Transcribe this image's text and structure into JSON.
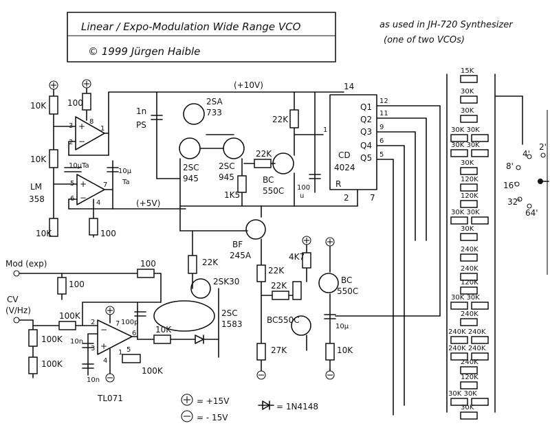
{
  "title": {
    "line1": "Linear / Expo-Modulation Wide Range VCO",
    "line2": "© 1999  Jürgen Haible"
  },
  "note": {
    "line1": "as used in JH-720 Synthesizer",
    "line2": "(one of two VCOs)"
  },
  "power": {
    "supply_10v": "(+10V)",
    "supply_5v": "(+5V)",
    "legend_plus": "= +15V",
    "legend_minus": "= - 15V",
    "legend_diode": "= 1N4148"
  },
  "opamps": {
    "lm358_line1": "LM",
    "lm358_line2": "358",
    "tl071": "TL071"
  },
  "ic": {
    "name_line1": "CD",
    "name_line2": "4024",
    "pin_r": "R",
    "pin14": "14",
    "pin2": "2",
    "pin7": "7",
    "pin1": "1",
    "q1": "Q1",
    "q2": "Q2",
    "q3": "Q3",
    "q4": "Q4",
    "q5": "Q5",
    "p12": "12",
    "p11": "11",
    "p9": "9",
    "p6": "6",
    "p5": "5"
  },
  "transistors": {
    "t2sa_line1": "2SA",
    "t2sa_line2": "733",
    "t2sc945a_line1": "2SC",
    "t2sc945a_line2": "945",
    "t2sc945b_line1": "2SC",
    "t2sc945b_line2": "945",
    "bc550_line1": "BC",
    "bc550_line2": "550C",
    "bf245_line1": "BF",
    "bf245_line2": "245A",
    "t2sk30": "2SK30",
    "t2sc1583_line1": "2SC",
    "t2sc1583_line2": "1583",
    "bc550c_mid": "BC550C",
    "bc550_right_line1": "BC",
    "bc550_right_line2": "550C"
  },
  "inputs": {
    "mod_exp": "Mod (exp)",
    "cv_line1": "CV",
    "cv_line2": "(V/Hz)"
  },
  "components": {
    "r10k_a": "10K",
    "r100_a": "100",
    "r10k_b": "10K",
    "c10u_a": "10µTa",
    "c10u_b": "10µ",
    "c10u_b_ta": "Ta",
    "r10k_c": "10K",
    "r100_b": "100",
    "c1n": "1n",
    "cps": "PS",
    "r22k_a": "22K",
    "r22k_b": "22K",
    "r1k5": "1K5",
    "c100u": "100",
    "c100u_u": "u",
    "r100_c": "100",
    "r100_d": "100",
    "r100k_a": "100K",
    "r100k_b": "100K",
    "r100k_c": "100K",
    "r100k_d": "100K",
    "c10n": "10n",
    "c100p": "100p",
    "c10n_b": "10n",
    "r10k_d": "10K",
    "r22k_c": "22K",
    "r22k_d": "22K",
    "r22k_e": "22K",
    "r4k7": "4K7",
    "r27k": "27K",
    "r10k_e": "10K",
    "c10u_c": "10µ",
    "pin2": "2",
    "pin3": "3",
    "pin6": "6",
    "pin7": "7",
    "pin4": "4",
    "pin1": "1",
    "pin5": "5",
    "pin8": "8"
  },
  "ladder": {
    "values": [
      "15K",
      "30K",
      "30K",
      "30K 30K",
      "30K 30K",
      "30K",
      "120K",
      "120K",
      "30K 30K",
      "30K",
      "240K",
      "240K",
      "120K",
      "30K 30K",
      "240K",
      "240K 240K",
      "240K 240K",
      "240K",
      "120K",
      "30K 30K",
      "30K"
    ],
    "switch_labels": [
      "2'",
      "4'",
      "8'",
      "16'",
      "32'",
      "64'"
    ]
  }
}
